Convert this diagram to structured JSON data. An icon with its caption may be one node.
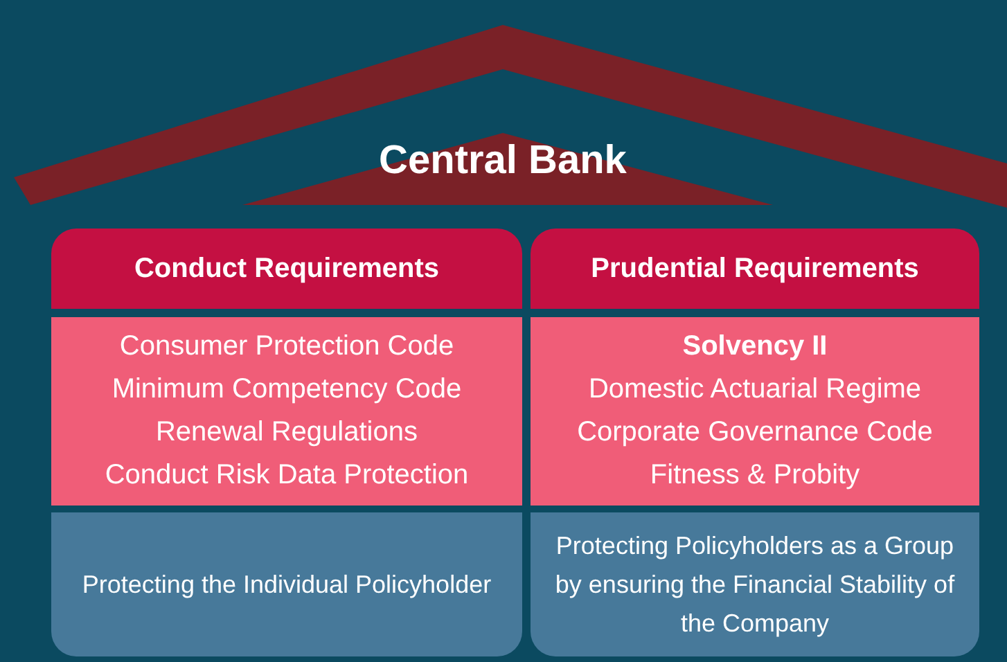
{
  "diagram": {
    "nodes": [
      {
        "text": [
          "Central Bank"
        ]
      },
      {
        "text": [
          "Conduct Requirements"
        ]
      },
      {
        "text": [
          "Consumer Protection Code",
          "Minimum Competency Code",
          "Renewal Regulations",
          "Conduct Risk Data Protection"
        ]
      },
      {
        "text": [
          "Protecting the Individual Policyholder"
        ]
      },
      {
        "text": [
          "Prudential Requirements"
        ]
      },
      {
        "text": [
          "**Solvency II**",
          "Domestic Actuarial Regime",
          "Corporate Governance Code",
          "Fitness & Probity"
        ]
      },
      {
        "text": [
          "Protecting Policyholders as a Group by ensuring the Financial Stability of the Company"
        ]
      }
    ]
  }
}
